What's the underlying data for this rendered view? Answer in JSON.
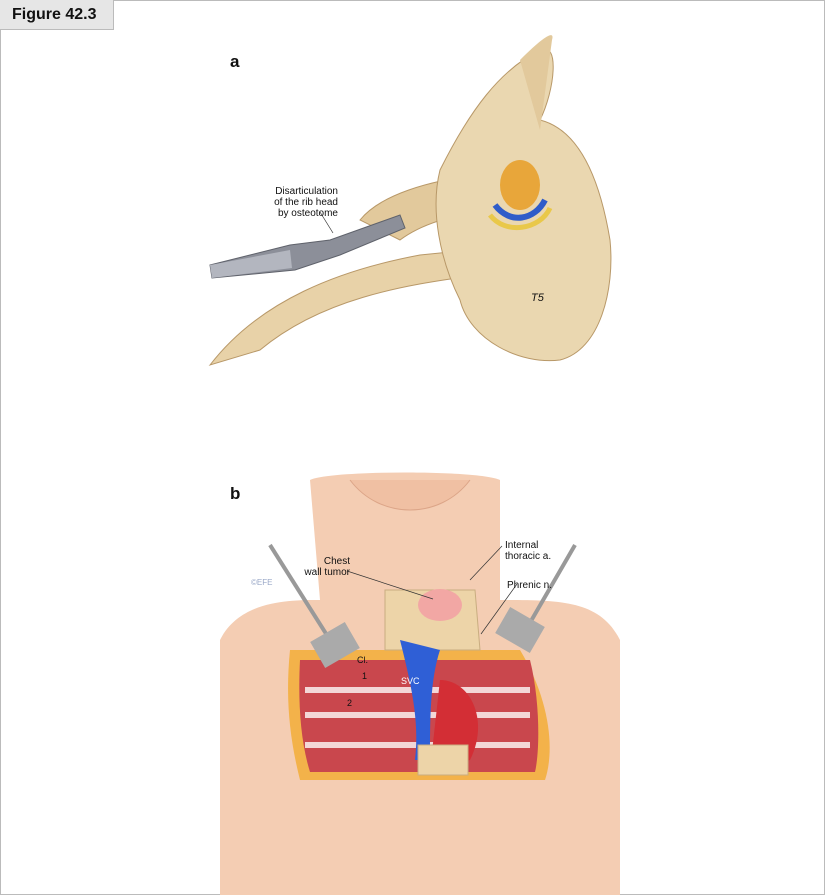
{
  "figure": {
    "title": "Figure 42.3"
  },
  "panel_a": {
    "letter": "a",
    "callouts": [
      "Disarticulation",
      "of the rib head",
      "by osteotome"
    ],
    "vertebra_label": "T5"
  },
  "panel_b": {
    "letter": "b",
    "callouts": {
      "tumor": [
        "Chest",
        "wall tumor"
      ],
      "artery": [
        "Internal",
        "thoracic a."
      ],
      "nerve": "Phrenic n.",
      "clavicle": "Cl.",
      "rib1": "1",
      "rib2": "2",
      "svc": "SVC"
    },
    "copyright": "©EFE"
  }
}
